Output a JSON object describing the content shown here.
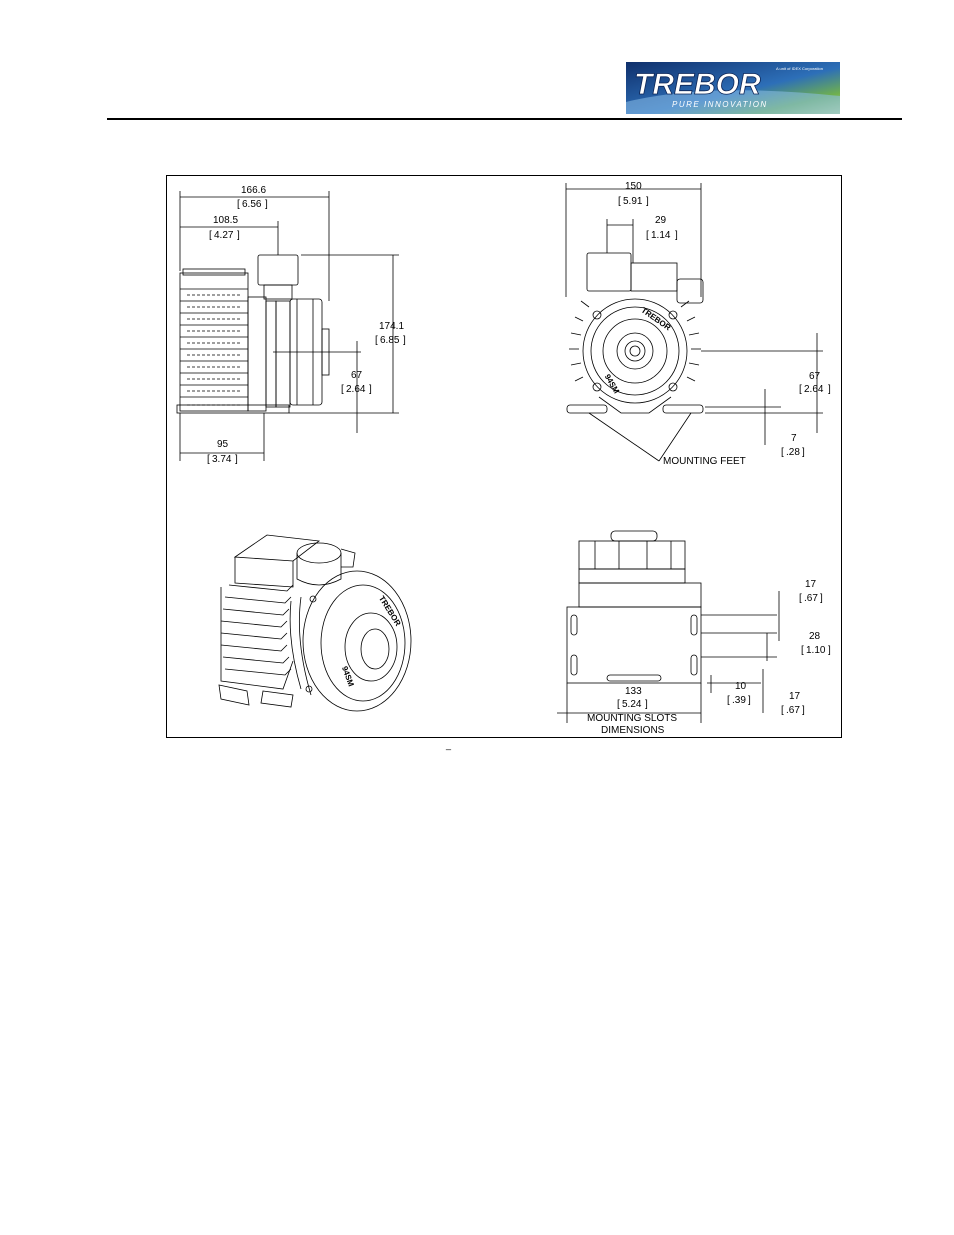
{
  "logo": {
    "brand": "TREBOR",
    "tagline": "PURE INNOVATION",
    "sub": "A unit of IDEX Corporation",
    "colors": {
      "navy": "#123a7a",
      "green": "#4f9a3a",
      "sky": "#7fb6e6"
    }
  },
  "drawing": {
    "side_view": {
      "overall_length": "166.6",
      "overall_length_in": "6.56",
      "inlet_offset": "108.5",
      "inlet_offset_in": "4.27",
      "height": "174.1",
      "height_in": "6.85",
      "center_height": "67",
      "center_height_in": "2.64",
      "body_length": "95",
      "body_length_in": "3.74"
    },
    "front_view": {
      "width": "150",
      "width_in": "5.91",
      "outlet_offset": "29",
      "outlet_offset_in": "1.14",
      "center_height": "67",
      "center_height_in": "2.64",
      "foot_thickness": "7",
      "foot_thickness_in": ".28",
      "callout": "MOUNTING FEET",
      "stamp_brand": "TREBOR",
      "stamp_model": "94SM"
    },
    "iso_view": {
      "stamp_brand": "TREBOR",
      "stamp_model": "94SM"
    },
    "bottom_view": {
      "slot_span": "133",
      "slot_span_in": "5.24",
      "slot_dim_a": "17",
      "slot_dim_a_in": ".67",
      "slot_dim_b": "28",
      "slot_dim_b_in": "1.10",
      "slot_dim_c": "10",
      "slot_dim_c_in": ".39",
      "slot_dim_d": "17",
      "slot_dim_d_in": ".67",
      "caption_1": "MOUNTING SLOTS",
      "caption_2": "DIMENSIONS"
    }
  },
  "footer_mark": "_"
}
